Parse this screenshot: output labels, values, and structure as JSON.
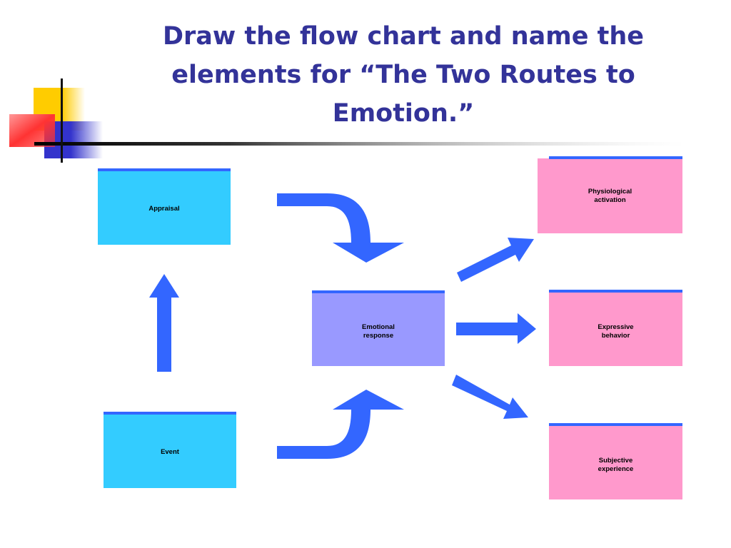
{
  "title": "Draw the flow chart and name the\nelements for “The Two Routes to\nEmotion.”",
  "boxes": {
    "appraisal": "Appraisal",
    "event": "Event",
    "emotional_response": "Emotional\nresponse",
    "physiological_activation": "Physiological\nactivation",
    "expressive_behavior": "Expressive\nbehavior",
    "subjective_experience": "Subjective\nexperience"
  },
  "colors": {
    "title": "#333399",
    "arrow": "#3366ff",
    "box_cyan": "#33ccff",
    "box_lavender": "#9999ff",
    "box_pink": "#ff99cc",
    "box_top_border": "#3366ff",
    "deco_yellow": "#ffcc00",
    "deco_red": "#ff3333",
    "deco_blue": "#3333cc"
  }
}
